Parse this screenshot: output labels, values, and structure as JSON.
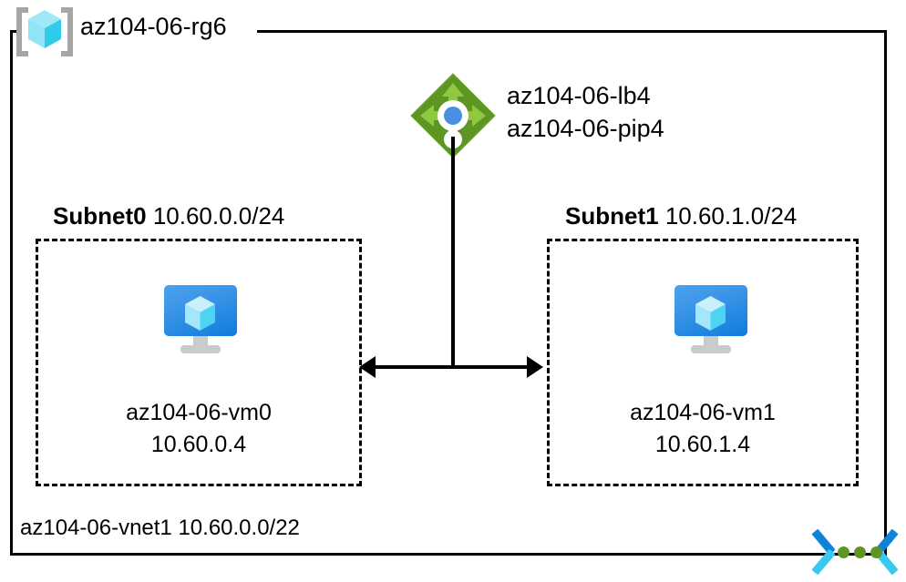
{
  "diagram": {
    "resource_group": {
      "icon": "resource-group-cube-icon",
      "label": "az104-06-rg6"
    },
    "vnet": {
      "icon": "virtual-network-icon",
      "label": "az104-06-vnet1 10.60.0.0/22"
    },
    "load_balancer": {
      "icon": "load-balancer-icon",
      "lines": [
        "az104-06-lb4",
        "az104-06-pip4"
      ]
    },
    "subnets": [
      {
        "name": "Subnet0",
        "cidr": "10.60.0.0/24",
        "vm": {
          "icon": "virtual-machine-icon",
          "name": "az104-06-vm0",
          "ip": "10.60.0.4"
        }
      },
      {
        "name": "Subnet1",
        "cidr": "10.60.1.0/24",
        "vm": {
          "icon": "virtual-machine-icon",
          "name": "az104-06-vm1",
          "ip": "10.60.1.4"
        }
      }
    ],
    "colors": {
      "rg_cube_light": "#9fe8f7",
      "rg_cube_mid": "#36d4f0",
      "rg_cube_dark": "#25c1de",
      "rg_bracket": "#a6a6a6",
      "lb_diamond": "#5e9624",
      "lb_arrow": "#7fba2b",
      "lb_center_dot": "#4a90e2",
      "vm_screen": "#1a8ce0",
      "vm_stand": "#c9cccf",
      "vnet_chevron_dark": "#0f83d9",
      "vnet_chevron_light": "#3ac8f0",
      "vnet_dot": "#5e9624",
      "line": "#000000",
      "background": "#ffffff"
    }
  }
}
